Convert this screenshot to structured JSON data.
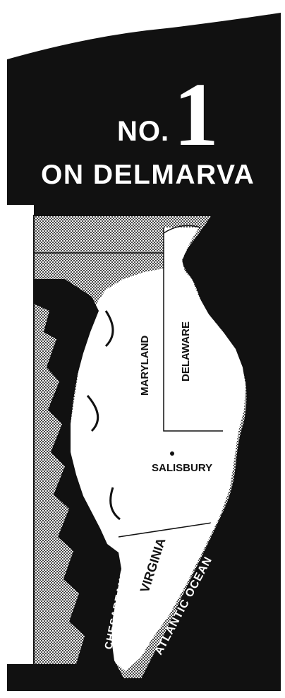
{
  "header": {
    "no_label": "NO.",
    "number": "1",
    "subtitle": "ON DELMARVA"
  },
  "map": {
    "labels": {
      "maryland": "MARYLAND",
      "delaware": "DELAWARE",
      "salisbury": "SALISBURY",
      "chesapeake_bay": "CHESAPEAKE BAY",
      "virginia": "VIRGINIA",
      "atlantic_ocean": "ATLANTIC OCEAN"
    }
  },
  "colors": {
    "ink": "#111111",
    "paper": "#ffffff",
    "stipple": "#9a9a9a"
  }
}
